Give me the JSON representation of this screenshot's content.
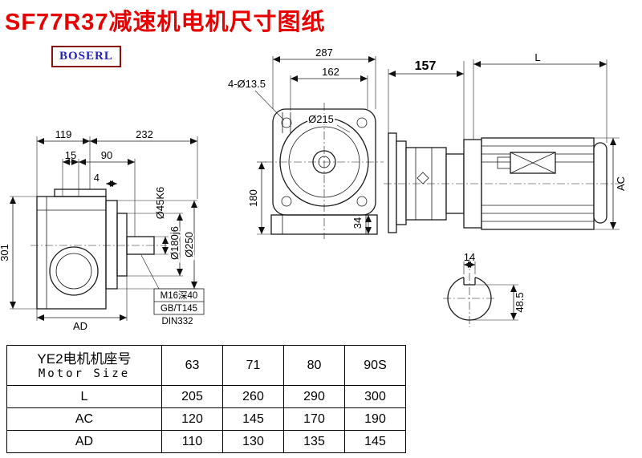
{
  "header": {
    "title": "SF77R37减速机电机尺寸图纸",
    "logo": "BOSERL"
  },
  "dims": {
    "d119": "119",
    "d232": "232",
    "d15": "15",
    "d90": "90",
    "d4": "4",
    "d301": "301",
    "ad": "AD",
    "shaft_dia": "Ø45K6",
    "pilot_dia": "Ø180j6",
    "flange_dia": "Ø250",
    "note_m16": "M16深40",
    "note_gbt": "GB/T145",
    "note_din": "DIN332",
    "d287": "287",
    "d162": "162",
    "holes": "4-Ø13.5",
    "dia215": "Ø215",
    "d180": "180",
    "d34": "34",
    "d157": "157",
    "len_L": "L",
    "dia_AC": "AC",
    "d14": "14",
    "d48_5": "48.5"
  },
  "table": {
    "size_label_cn": "YE2电机机座号",
    "size_label_en": "Motor Size",
    "sizes": [
      "63",
      "71",
      "80",
      "90S"
    ],
    "rows": [
      {
        "label": "L",
        "values": [
          "205",
          "260",
          "290",
          "300"
        ]
      },
      {
        "label": "AC",
        "values": [
          "120",
          "145",
          "170",
          "190"
        ]
      },
      {
        "label": "AD",
        "values": [
          "110",
          "130",
          "135",
          "145"
        ]
      }
    ]
  }
}
